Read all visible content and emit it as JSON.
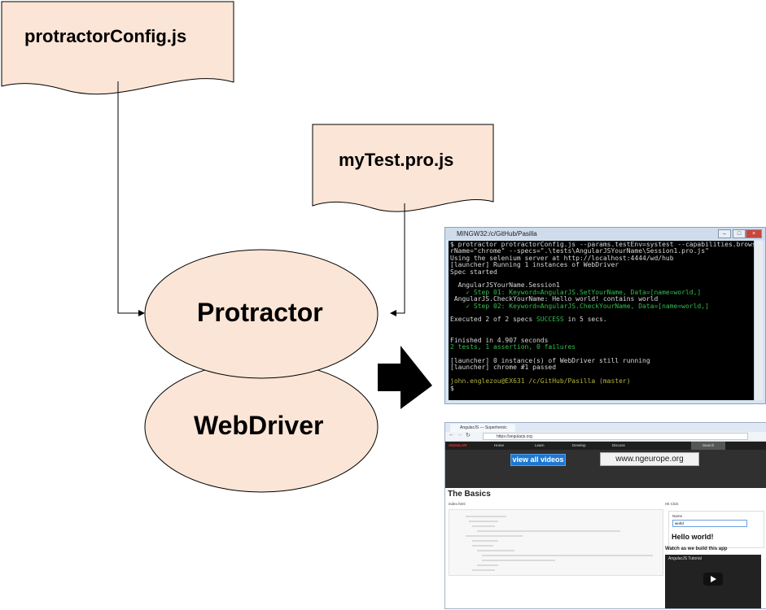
{
  "boxes": {
    "config": "protractorConfig.js",
    "test": "myTest.pro.js",
    "protractor": "Protractor",
    "webdriver": "WebDriver"
  },
  "colors": {
    "node_fill": "#fbe5d6",
    "stroke": "#000000",
    "arrow": "#000000"
  },
  "terminal": {
    "title": "MINGW32:/c/GitHub/Pasilla",
    "lines": [
      {
        "text": "$ protractor protractorConfig.js --params.testEnv=systest --capabilities.browse",
        "color": ""
      },
      {
        "text": "rName=\"chrome\" --specs=\".\\tests\\AngularJSYourName\\Session1.pro.js\"",
        "color": ""
      },
      {
        "text": "Using the selenium server at http://localhost:4444/wd/hub",
        "color": ""
      },
      {
        "text": "[launcher] Running 1 instances of WebDriver",
        "color": ""
      },
      {
        "text": "Spec started",
        "color": ""
      },
      {
        "text": "",
        "color": ""
      },
      {
        "text": "  AngularJSYourName.Session1",
        "color": ""
      },
      {
        "text": "    ✓ Step 01: Keyword=AngularJS.SetYourName, Data=[name=world,]",
        "color": "g"
      },
      {
        "text": " AngularJS.CheckYourName: Hello world! contains world",
        "color": ""
      },
      {
        "text": "    ✓ Step 02: Keyword=AngularJS.CheckYourName, Data=[name=world,]",
        "color": "g"
      },
      {
        "text": "",
        "color": ""
      },
      {
        "text": "Executed 2 of 2 specs SUCCESS in 5 secs.",
        "color": "",
        "success": true
      },
      {
        "text": "",
        "color": ""
      },
      {
        "text": "",
        "color": ""
      },
      {
        "text": "Finished in 4.907 seconds",
        "color": ""
      },
      {
        "text": "2 tests, 1 assertion, 0 failures",
        "color": "g"
      },
      {
        "text": "",
        "color": ""
      },
      {
        "text": "[launcher] 0 instance(s) of WebDriver still running",
        "color": ""
      },
      {
        "text": "[launcher] chrome #1 passed",
        "color": ""
      },
      {
        "text": "",
        "color": ""
      },
      {
        "text": "john.englezou@EX631 /c/GitHub/Pasilla (master)",
        "color": "y"
      },
      {
        "text": "$",
        "color": ""
      }
    ]
  },
  "browser": {
    "tab": "AngularJS — Superheroic",
    "url": "https://angularjs.org",
    "nav": [
      "ANGULAR",
      "Home",
      "Learn",
      "Develop",
      "Discuss",
      "Search"
    ],
    "videos_button": "view all videos",
    "ngeurope": "www.ngeurope.org",
    "heading": "The Basics",
    "code_tab": "index.html",
    "hello": "Hello world!",
    "name_label": "Name",
    "name_value": "world",
    "watch": "Watch as we build this app",
    "video_title": "AngularJS Tutorial"
  }
}
